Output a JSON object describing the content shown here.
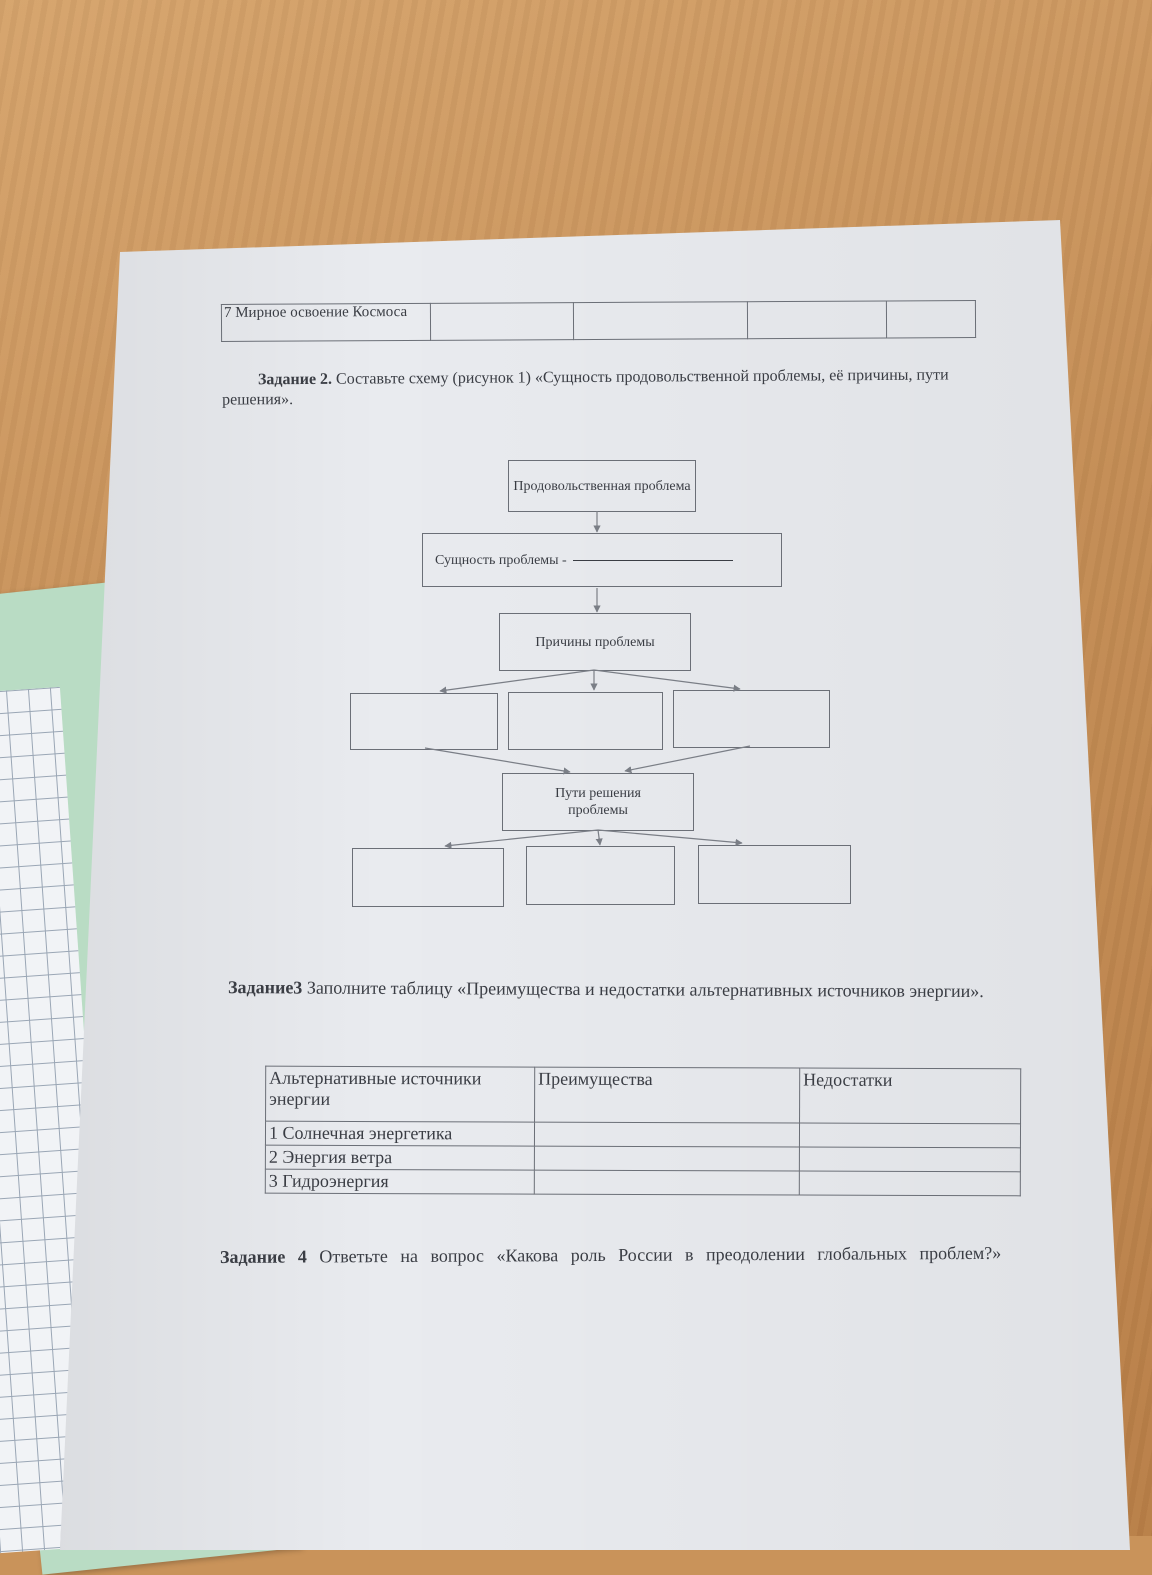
{
  "top_table": {
    "row_label": "7 Мирное освоение Космоса"
  },
  "task2": {
    "heading": "Задание 2.",
    "text": "Составьте схему (рисунок 1) «Сущность продовольственной проблемы, её причины, пути решения»."
  },
  "diagram": {
    "root": "Продовольственная проблема",
    "essence": "Сущность проблемы -",
    "causes": "Причины проблемы",
    "solutions": "Пути решения проблемы"
  },
  "task3": {
    "heading": "Задание3",
    "text": "Заполните таблицу «Преимущества и недостатки альтернативных источников энергии»."
  },
  "alt_table": {
    "headers": [
      "Альтернативные источники энергии",
      "Преимущества",
      "Недостатки"
    ],
    "rows": [
      "1 Солнечная энергетика",
      "2 Энергия ветра",
      "3 Гидроэнергия"
    ]
  },
  "task4": {
    "heading": "Задание 4",
    "text": "Ответьте на вопрос «Какова роль России в преодолении глобальных проблем?»"
  }
}
